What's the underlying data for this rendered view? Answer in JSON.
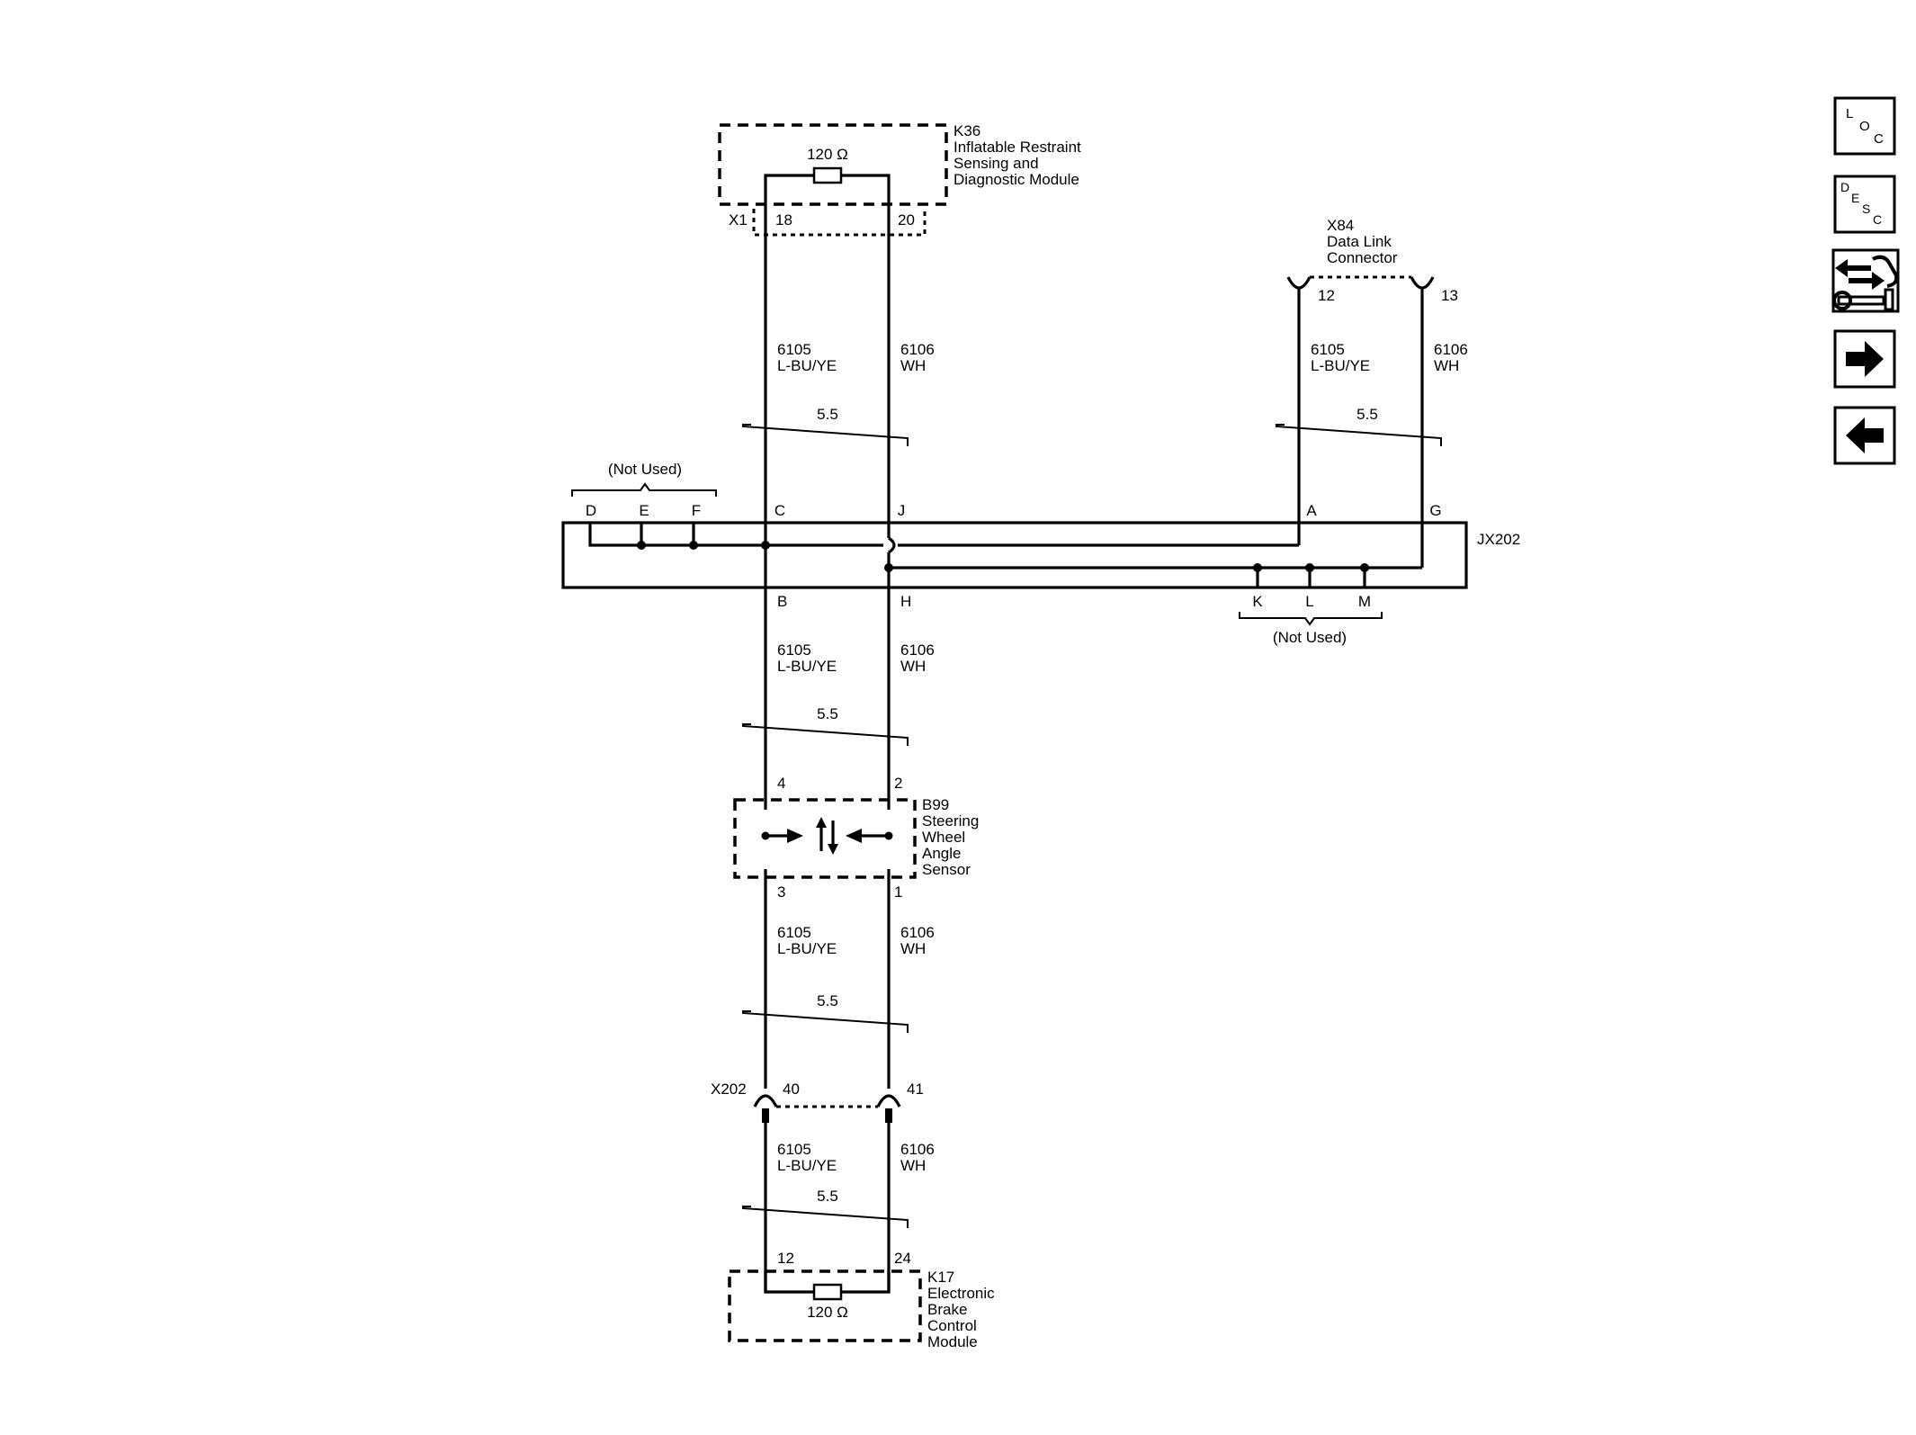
{
  "modules": {
    "k36": {
      "lines": [
        "K36",
        "Inflatable Restraint",
        "Sensing and",
        "Diagnostic Module"
      ],
      "resistor": "120 Ω",
      "connector": "X1",
      "pin_a": "18",
      "pin_b": "20"
    },
    "x84": {
      "lines": [
        "X84",
        "Data Link",
        "Connector"
      ],
      "pin_a": "12",
      "pin_b": "13"
    },
    "jx202": {
      "label": "JX202",
      "pins_top": [
        "D",
        "E",
        "F",
        "C",
        "J",
        "A",
        "G"
      ],
      "pins_bottom": [
        "B",
        "H",
        "K",
        "L",
        "M"
      ],
      "not_used": "(Not Used)"
    },
    "b99": {
      "lines": [
        "B99",
        "Steering",
        "Wheel",
        "Angle",
        "Sensor"
      ],
      "pin_top_a": "4",
      "pin_top_b": "2",
      "pin_bot_a": "3",
      "pin_bot_b": "1"
    },
    "x202": {
      "label": "X202",
      "pin_a": "40",
      "pin_b": "41"
    },
    "k17": {
      "lines": [
        "K17",
        "Electronic",
        "Brake",
        "Control",
        "Module"
      ],
      "resistor": "120 Ω",
      "pin_a": "12",
      "pin_b": "24"
    }
  },
  "wires": {
    "a": {
      "circuit": "6105",
      "color": "L-BU/YE"
    },
    "b": {
      "circuit": "6106",
      "color": "WH"
    },
    "twist": "5.5"
  },
  "nav": {
    "loc": [
      "L",
      "O",
      "C"
    ],
    "desc": [
      "D",
      "E",
      "S",
      "C"
    ]
  }
}
